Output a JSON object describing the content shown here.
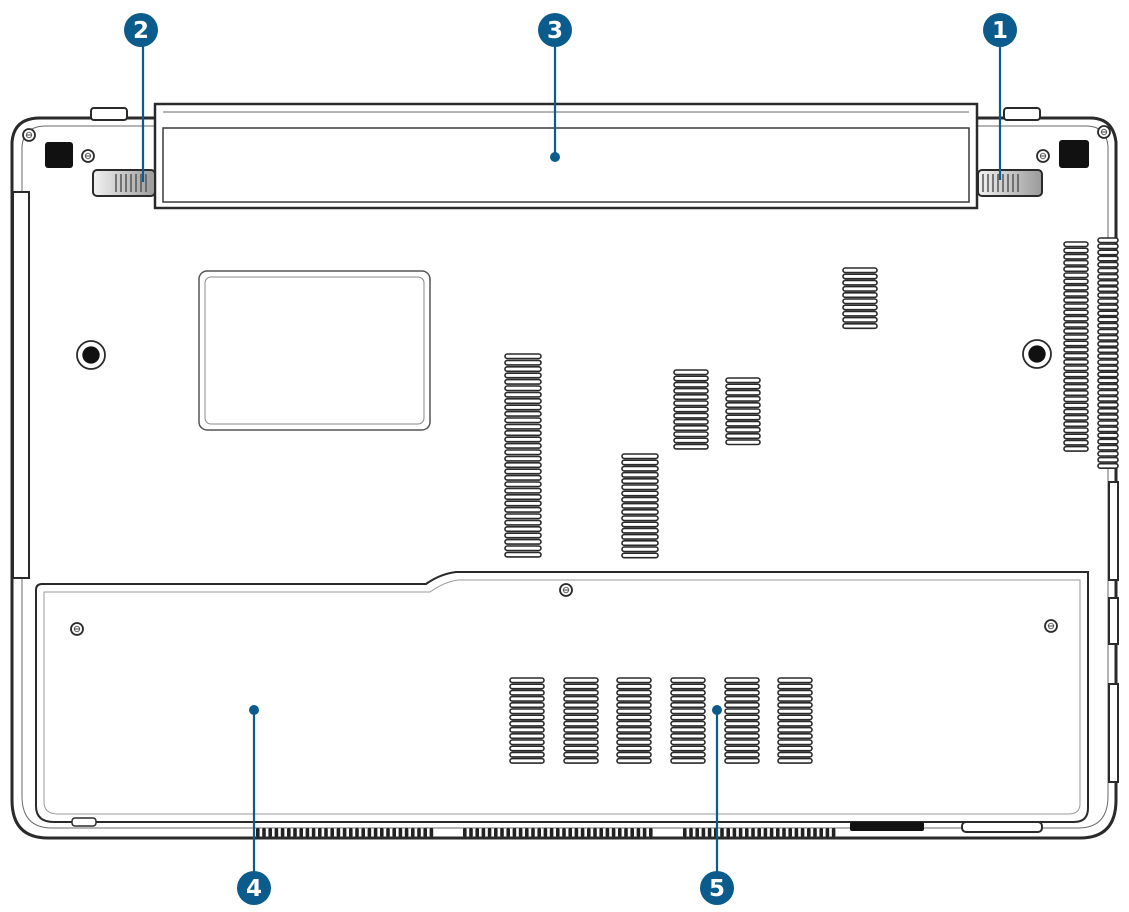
{
  "accent_color": "#0b5c8c",
  "outline_color": "#2a2a2a",
  "callouts": [
    {
      "id": "1",
      "label": "1"
    },
    {
      "id": "2",
      "label": "2"
    },
    {
      "id": "3",
      "label": "3"
    },
    {
      "id": "4",
      "label": "4"
    },
    {
      "id": "5",
      "label": "5"
    }
  ],
  "icons": [
    "battery-lock-icon",
    "battery-spring-lock-icon",
    "battery-pack-icon",
    "hdd-compartment-icon",
    "memory-compartment-icon",
    "rubber-foot-icon",
    "screw-icon",
    "air-vent-icon"
  ]
}
